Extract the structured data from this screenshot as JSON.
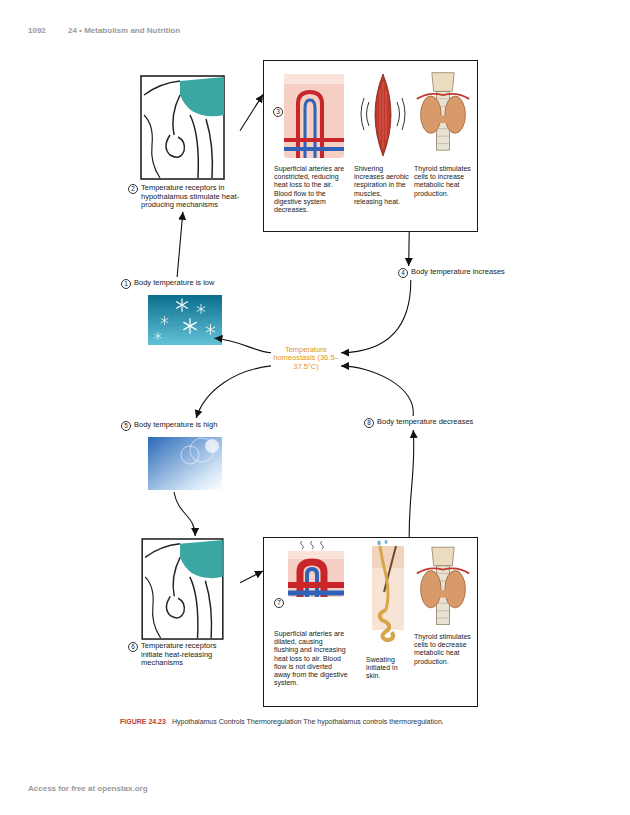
{
  "diagram": {
    "caption": "Hypothalamus Controls Thermoregulation The hypothalamus controls thermoregulation.",
    "nodes": [
      {
        "text": [
          "1",
          "Body temperature is low"
        ]
      },
      {
        "text": [
          "2",
          "Temperature receptors in hypothalamus stimulate heat-producing mechanisms"
        ]
      },
      {
        "text": [
          "3",
          "Superficial arteries are constricted, reducing heat loss to the air. Blood flow to the digestive system decreases.",
          "Shivering increases aerobic respiration in the muscles, releasing heat.",
          "Thyroid stimulates cells to increase metabolic heat production."
        ]
      },
      {
        "text": [
          "4",
          "Body temperature increases"
        ]
      },
      {
        "text": [
          "Temperature homeostasis (36.5–37.5°C)"
        ]
      },
      {
        "text": [
          "5",
          "Body temperature is high"
        ]
      },
      {
        "text": [
          "6",
          "Temperature receptors initiate heat-releasing mechanisms"
        ]
      },
      {
        "text": [
          "7",
          "Superficial arteries are dilated, causing flushing and increasing heat loss to air. Blood flow is not diverted away from the digestive system.",
          "Sweating initiated in skin.",
          "Thyroid stimulates cells to decrease metabolic heat production."
        ]
      },
      {
        "text": [
          "8",
          "Body temperature decreases"
        ]
      }
    ],
    "edges": [
      {
        "from": 0,
        "to": 1,
        "arrow": "to"
      },
      {
        "from": 1,
        "to": 2,
        "arrow": "to"
      },
      {
        "from": 2,
        "to": 3,
        "arrow": "to"
      },
      {
        "from": 3,
        "to": 4,
        "arrow": "to"
      },
      {
        "from": 4,
        "to": 0,
        "arrow": "to"
      },
      {
        "from": 4,
        "to": 5,
        "arrow": "to"
      },
      {
        "from": 5,
        "to": 6,
        "arrow": "to"
      },
      {
        "from": 6,
        "to": 7,
        "arrow": "to"
      },
      {
        "from": 7,
        "to": 8,
        "arrow": "to"
      },
      {
        "from": 8,
        "to": 4,
        "arrow": "to"
      }
    ],
    "labels": [
      "1092",
      "24 • Metabolism and Nutrition",
      "FIGURE 24.23",
      "Access for free at openstax.org"
    ]
  }
}
